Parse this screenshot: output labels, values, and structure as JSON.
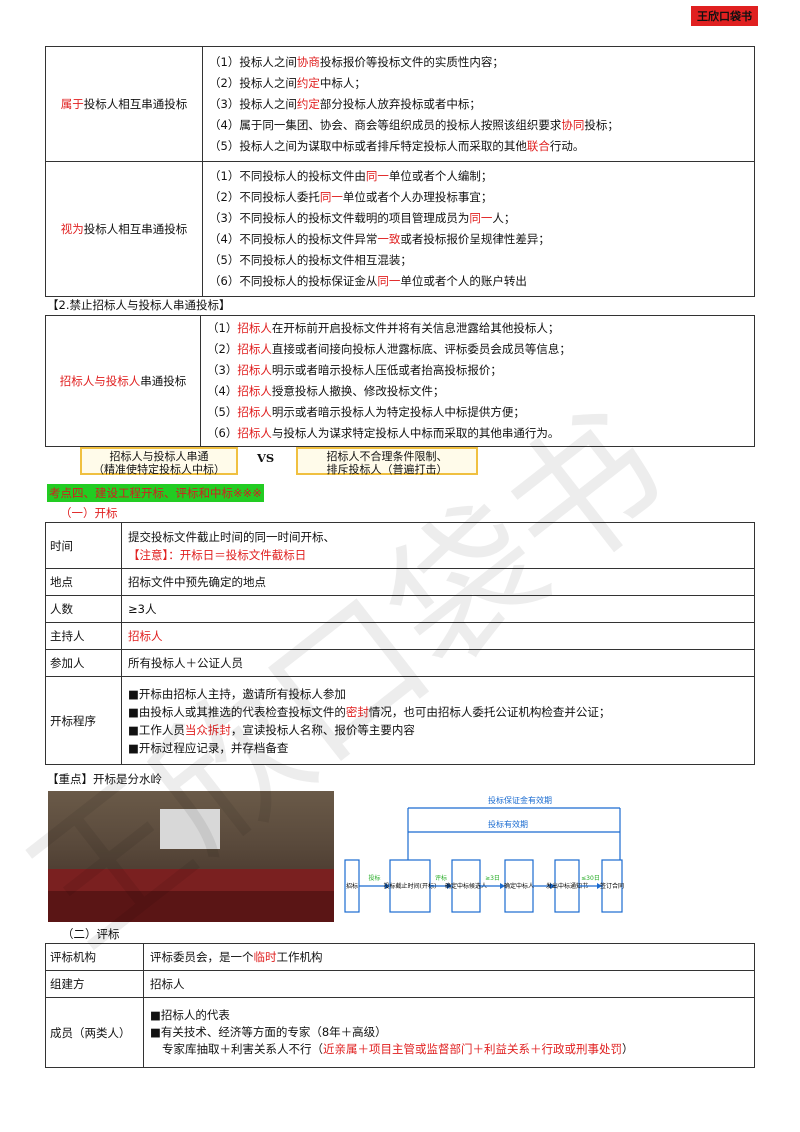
{
  "badge": "王欣口袋书",
  "table1": {
    "rows": [
      {
        "label_pre": "",
        "label_red": "属于",
        "label_post": "投标人相互串通投标",
        "items": [
          {
            "a": "（1）投标人之间",
            "r": "协商",
            "b": "投标报价等投标文件的实质性内容；"
          },
          {
            "a": "（2）投标人之间",
            "r": "约定",
            "b": "中标人；"
          },
          {
            "a": "（3）投标人之间",
            "r": "约定",
            "b": "部分投标人放弃投标或者中标；"
          },
          {
            "a": "（4）属于同一集团、协会、商会等组织成员的投标人按照该组织要求",
            "r": "协同",
            "b": "投标；"
          },
          {
            "a": "（5）投标人之间为谋取中标或者排斥特定投标人而采取的其他",
            "r": "联合",
            "b": "行动。"
          }
        ]
      },
      {
        "label_pre": "",
        "label_red": "视为",
        "label_post": "投标人相互串通投标",
        "items": [
          {
            "a": "（1）不同投标人的投标文件由",
            "r": "同一",
            "b": "单位或者个人编制；"
          },
          {
            "a": "（2）不同投标人委托",
            "r": "同一",
            "b": "单位或者个人办理投标事宜；"
          },
          {
            "a": "（3）不同投标人的投标文件载明的项目管理成员为",
            "r": "同一",
            "b": "人；"
          },
          {
            "a": "（4）不同投标人的投标文件异常",
            "r": "一致",
            "b": "或者投标报价呈规律性差异；"
          },
          {
            "a": "（5）不同投标人的投标文件相互混装；",
            "r": "",
            "b": ""
          },
          {
            "a": "（6）不同投标人的投标保证金从",
            "r": "同一",
            "b": "单位或者个人的账户转出"
          }
        ]
      }
    ]
  },
  "section2_title": "【2.禁止招标人与投标人串通投标】",
  "table2": {
    "label_red": "招标人与投标人",
    "label_post": "串通投标",
    "items": [
      {
        "a": "（1）",
        "r": "招标人",
        "b": "在开标前开启投标文件并将有关信息泄露给其他投标人；"
      },
      {
        "a": "（2）",
        "r": "招标人",
        "b": "直接或者间接向投标人泄露标底、评标委员会成员等信息；"
      },
      {
        "a": "（3）",
        "r": "招标人",
        "b": "明示或者暗示投标人压低或者抬高投标报价；"
      },
      {
        "a": "（4）",
        "r": "招标人",
        "b": "授意投标人撤换、修改投标文件；"
      },
      {
        "a": "（5）",
        "r": "招标人",
        "b": "明示或者暗示投标人为特定投标人中标提供方便；"
      },
      {
        "a": "（6）",
        "r": "招标人",
        "b": "与投标人为谋求特定投标人中标而采取的其他串通行为。"
      }
    ]
  },
  "tip_left_l1": "招标人与投标人串通",
  "tip_left_l2": "（精准使特定投标人中标）",
  "tip_vs": "VS",
  "tip_right_l1": "招标人不合理条件限制、",
  "tip_right_l2": "排斥投标人（普遍打击）",
  "heading4": "考点四、建设工程开标、评标和中标※※※",
  "sub1": "（一）开标",
  "table3": [
    {
      "label": "时间",
      "l1": "提交投标文件截止时间的同一时间开标、",
      "l2": "【注意】：开标日＝投标文件截标日"
    },
    {
      "label": "地点",
      "l1": "招标文件中预先确定的地点"
    },
    {
      "label": "人数",
      "l1": "≥3人"
    },
    {
      "label": "主持人",
      "l1": "招标人"
    },
    {
      "label": "参加人",
      "l1": "所有投标人＋公证人员"
    }
  ],
  "table3_proc": {
    "label": "开标程序",
    "items": [
      {
        "a": "■开标由招标人主持，邀请所有投标人参加",
        "r": "",
        "b": ""
      },
      {
        "a": "■由投标人或其推选的代表检查投标文件的",
        "r": "密封",
        "b": "情况，也可由招标人委托公证机构检查并公证；"
      },
      {
        "a": "■工作人员",
        "r": "当众拆封",
        "b": "，宣读投标人名称、报价等主要内容"
      },
      {
        "a": "■开标过程应记录，并存档备查",
        "r": "",
        "b": ""
      }
    ]
  },
  "focus": "【重点】开标是分水岭",
  "flow": {
    "top_label": "投标保证金有效期",
    "mid_label": "投标有效期",
    "boxes": [
      "招标",
      "投标截止时间(开标)",
      "确定中标候选人",
      "确定中标人",
      "发出中标通知书",
      "签订合同"
    ],
    "arrows": [
      "投标",
      "评标",
      "≥3日",
      "",
      "≤30日"
    ]
  },
  "sub2": "（二）评标",
  "table4": {
    "r1_label": "评标机构",
    "r1_a": "评标委员会，是一个",
    "r1_r": "临时",
    "r1_b": "工作机构",
    "r2_label": "组建方",
    "r2_val": "招标人",
    "r3_label": "成员（两类人）",
    "r3_l1": "■招标人的代表",
    "r3_l2": "■有关技术、经济等方面的专家（8年＋高级）",
    "r3_l3a": "专家库抽取＋利害关系人不行（",
    "r3_l3r": "近亲属＋项目主管或监督部门＋利益关系＋行政或刑事处罚",
    "r3_l3b": "）"
  },
  "watermark": "王欣口袋书"
}
